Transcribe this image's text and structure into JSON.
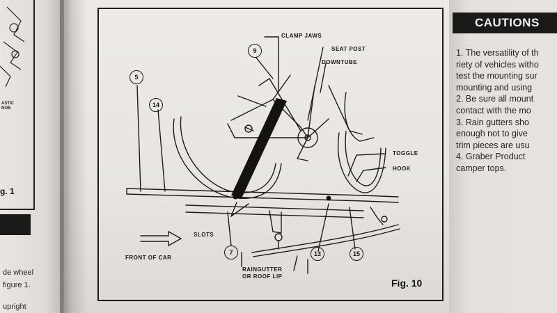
{
  "figure": {
    "caption": "Fig. 10",
    "labels": {
      "clamp_jaws": "CLAMP JAWS",
      "seat_post": "SEAT POST",
      "downtube": "DOWNTUBE",
      "toggle": "TOGGLE",
      "hook": "HOOK",
      "slots": "SLOTS",
      "front_of_car": "FRONT OF CAR",
      "raingutter_1": "RAINGUTTER",
      "raingutter_2": "OR ROOF LIP"
    },
    "callouts": [
      "5",
      "14",
      "9",
      "7",
      "13",
      "15"
    ]
  },
  "right_page": {
    "heading": "CAUTIONS",
    "lines": [
      "1. The versatility of th",
      "riety of vehicles witho",
      "test the mounting sur",
      "mounting and using",
      "2. Be sure all mount",
      "contact with the mo",
      "3. Rain gutters sho",
      "enough not to give",
      "trim pieces are usu",
      "4. Graber Product",
      "camper tops."
    ]
  },
  "left_page": {
    "small_label_1": "ASTIC",
    "small_label_2": "NOB",
    "fig_label": "g. 1",
    "text_lines": [
      "de wheel",
      "figure 1.",
      "upright"
    ]
  }
}
